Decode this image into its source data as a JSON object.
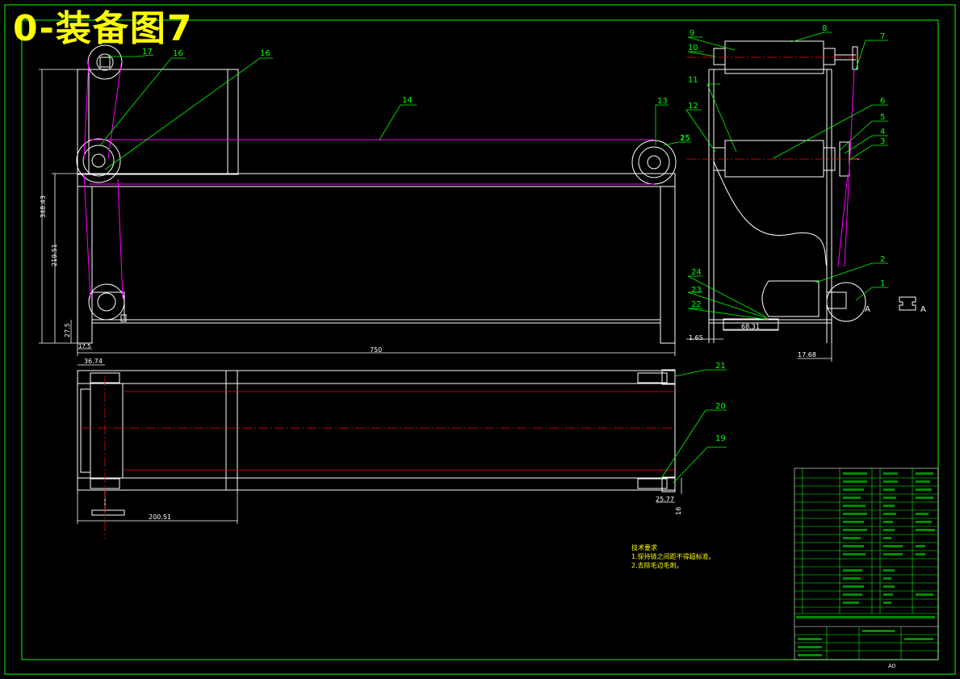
{
  "drawing": {
    "title": "0-装备图7",
    "tech_requirements": {
      "heading": "技术要求",
      "lines": [
        "1.保持链之间距不得超标准。",
        "2.去除毛边毛刺。"
      ]
    },
    "balloons": [
      "1",
      "2",
      "3",
      "4",
      "5",
      "6",
      "7",
      "8",
      "9",
      "10",
      "11",
      "12",
      "13",
      "14",
      "15",
      "16",
      "17",
      "19",
      "20",
      "21",
      "22",
      "23",
      "24",
      "25"
    ],
    "dimensions": {
      "front_total_height": "348.43",
      "front_frame_height": "219.51",
      "front_leg_foot": "27.5",
      "front_leg_offset": "17.5",
      "front_length": "750",
      "side_base_left": "1.65",
      "side_base_width": "68.31",
      "side_base_right": "17.68",
      "top_offset": "36.74",
      "top_width": "200.51",
      "top_right_w": "25.77",
      "top_right_h": "16"
    },
    "section_label": "A",
    "title_block": {
      "sheet_size": "A0"
    },
    "colors": {
      "border": "#00ff00",
      "outline": "#ffffff",
      "belt": "#ff00ff",
      "centerline": "#ff0000",
      "text": "#ffff00",
      "dimension": "#ffffff",
      "leader": "#00ff00"
    }
  }
}
